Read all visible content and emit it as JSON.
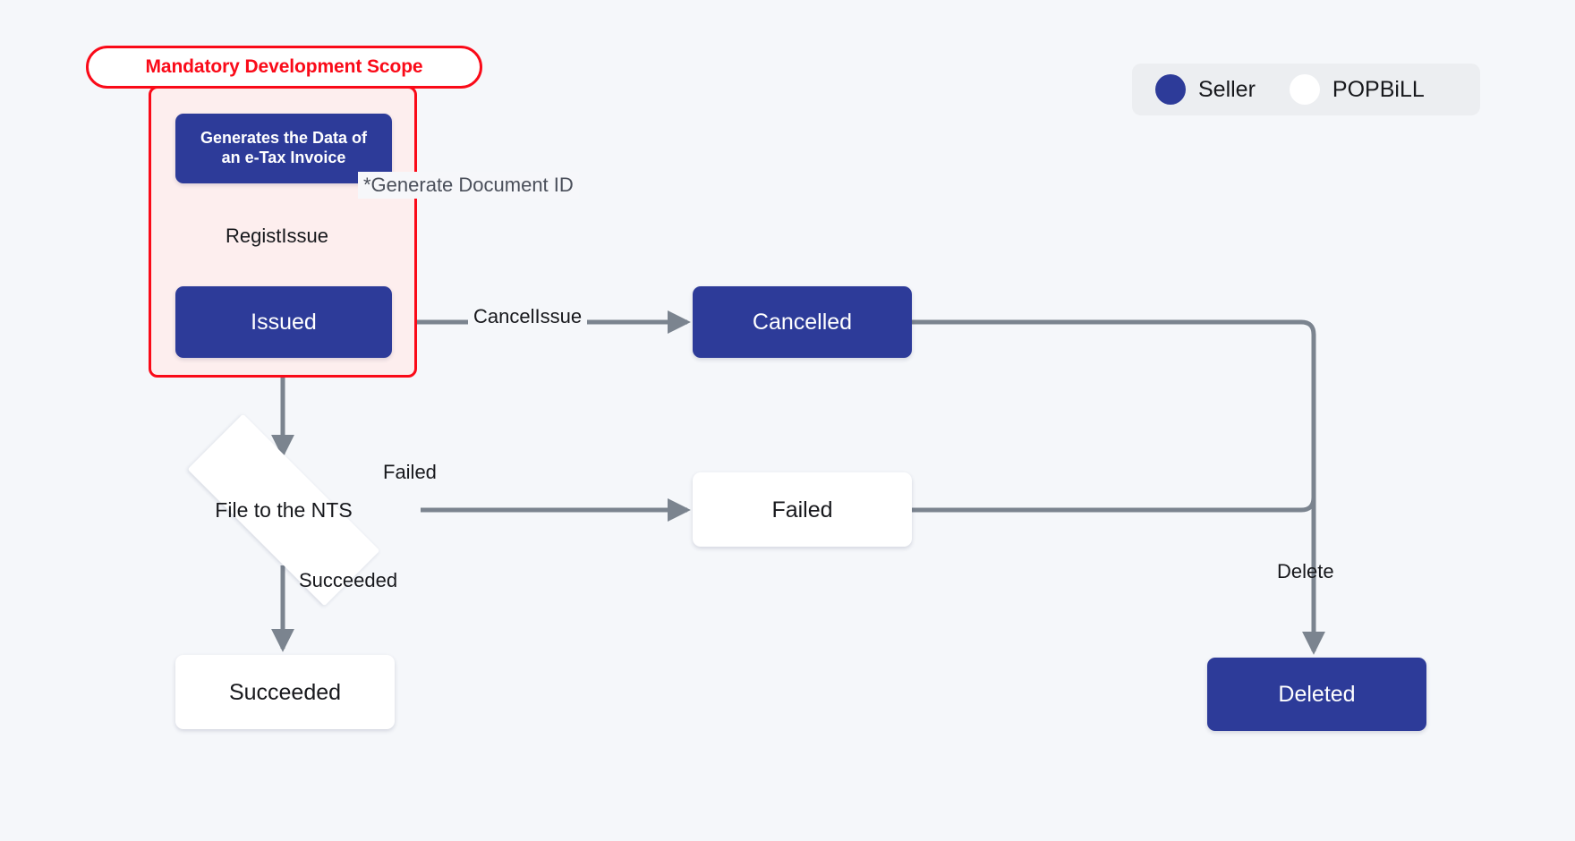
{
  "diagram": {
    "background_color": "#f5f7fa",
    "accent_blue": "#2d3b99",
    "scope_red": "#fa0a18",
    "scope_fill": "#fdeeee",
    "edge_gray": "#7b848f"
  },
  "scope": {
    "label": "Mandatory Development Scope"
  },
  "legend": {
    "items": [
      {
        "label": "Seller",
        "color": "#2d3b99",
        "style": "filled"
      },
      {
        "label": "POPBiLL",
        "color": "#ffffff",
        "style": "hollow"
      }
    ]
  },
  "annotations": [
    {
      "name": "generate-document-id-note",
      "text": "*Generate Document ID"
    }
  ],
  "nodes": [
    {
      "id": "generate",
      "label": "Generates the Data of an e-Tax Invoice",
      "line1": "Generates the Data of",
      "line2": "an e-Tax Invoice",
      "shape": "rounded-rect",
      "style": "filled",
      "owner": "Seller"
    },
    {
      "id": "issued",
      "label": "Issued",
      "shape": "rounded-rect",
      "style": "filled",
      "owner": "Seller"
    },
    {
      "id": "cancelled",
      "label": "Cancelled",
      "shape": "rounded-rect",
      "style": "filled",
      "owner": "Seller"
    },
    {
      "id": "file-nts",
      "label": "File to the NTS",
      "shape": "diamond",
      "style": "hollow",
      "owner": "POPBiLL"
    },
    {
      "id": "failed",
      "label": "Failed",
      "shape": "rounded-rect",
      "style": "hollow",
      "owner": "POPBiLL"
    },
    {
      "id": "succeeded",
      "label": "Succeeded",
      "shape": "rounded-rect",
      "style": "hollow",
      "owner": "POPBiLL"
    },
    {
      "id": "deleted",
      "label": "Deleted",
      "shape": "rounded-rect",
      "style": "filled",
      "owner": "Seller"
    }
  ],
  "edges": [
    {
      "from": "generate",
      "to": "issued",
      "label": "RegistIssue"
    },
    {
      "from": "issued",
      "to": "cancelled",
      "label": "CancelIssue"
    },
    {
      "from": "issued",
      "to": "file-nts",
      "label": ""
    },
    {
      "from": "file-nts",
      "to": "failed",
      "label": "Failed"
    },
    {
      "from": "file-nts",
      "to": "succeeded",
      "label": "Succeeded"
    },
    {
      "from": "cancelled",
      "to": "deleted",
      "label": "Delete"
    },
    {
      "from": "failed",
      "to": "deleted",
      "label": "Delete"
    }
  ]
}
